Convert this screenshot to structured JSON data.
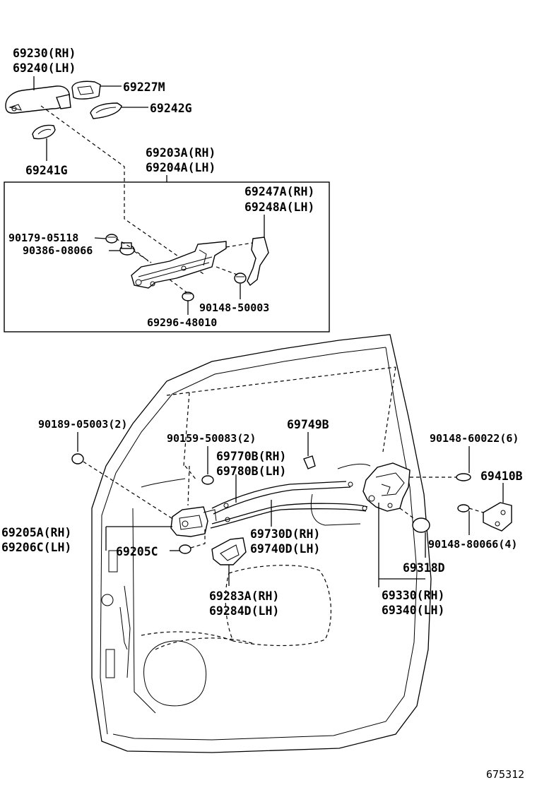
{
  "parts": {
    "p69230": "69230(RH)",
    "p69240": "69240(LH)",
    "p69227M": "69227M",
    "p69242G": "69242G",
    "p69241G": "69241G",
    "p69203A": "69203A(RH)",
    "p69204A": "69204A(LH)",
    "p69247A": "69247A(RH)",
    "p69248A": "69248A(LH)",
    "p90179": "90179-05118",
    "p90386": "90386-08066",
    "p90148_50003": "90148-50003",
    "p69296": "69296-48010",
    "p90189": "90189-05003(2)",
    "p90159": "90159-50083(2)",
    "p69749B": "69749B",
    "p90148_60022": "90148-60022(6)",
    "p69770B": "69770B(RH)",
    "p69780B": "69780B(LH)",
    "p69410B": "69410B",
    "p69205A": "69205A(RH)",
    "p69206C": "69206C(LH)",
    "p69205C": "69205C",
    "p69730D": "69730D(RH)",
    "p69740D": "69740D(LH)",
    "p90148_80066": "90148-80066(4)",
    "p69318D": "69318D",
    "p69283A": "69283A(RH)",
    "p69284D": "69284D(LH)",
    "p69330": "69330(RH)",
    "p69340": "69340(LH)"
  },
  "footer": {
    "diagram_id": "675312"
  }
}
